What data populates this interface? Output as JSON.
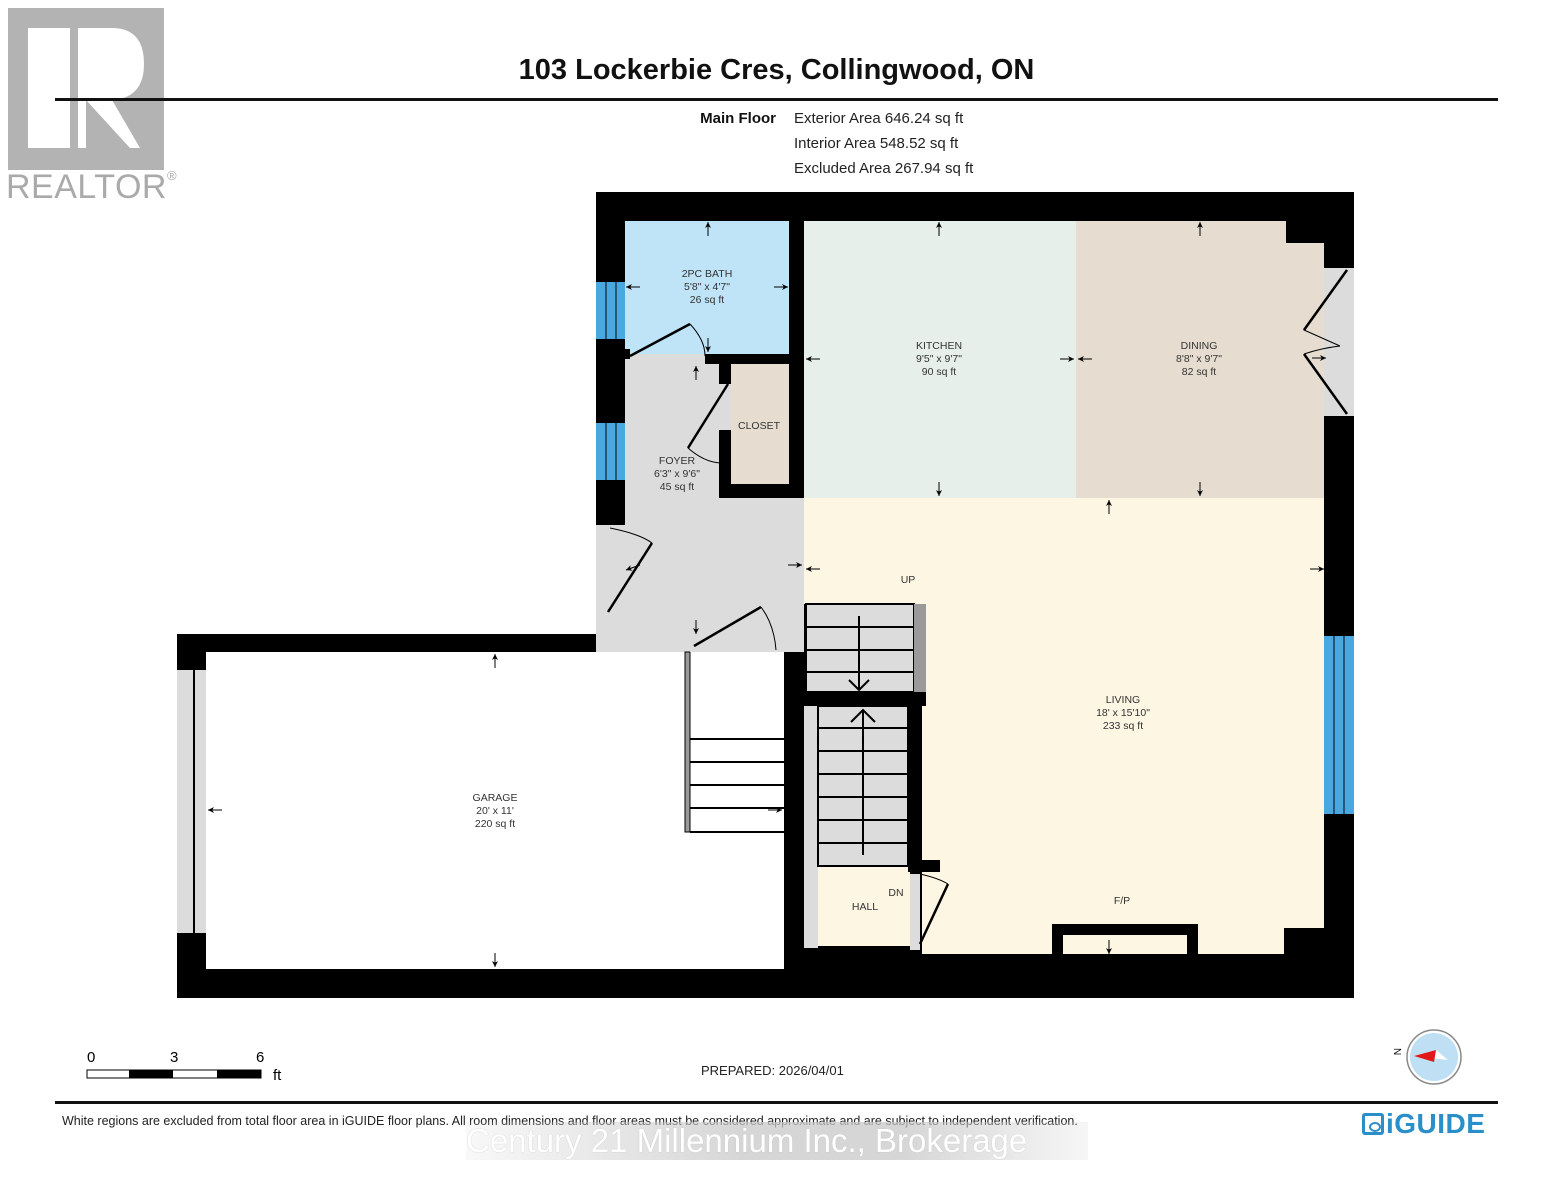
{
  "header": {
    "title": "103 Lockerbie Cres, Collingwood, ON",
    "realtor_logo_text": "REALTOR",
    "realtor_registered": "®"
  },
  "floor_summary": {
    "floor_name": "Main Floor",
    "exterior_area": "Exterior Area 646.24 sq ft",
    "interior_area": "Interior Area 548.52 sq ft",
    "excluded_area": "Excluded Area 267.94 sq ft"
  },
  "rooms": {
    "bath": {
      "name": "2PC BATH",
      "dims": "5'8\" x 4'7\"",
      "area": "26 sq ft",
      "color": "#bfe3f7"
    },
    "kitchen": {
      "name": "KITCHEN",
      "dims": "9'5\" x 9'7\"",
      "area": "90 sq ft",
      "color": "#e6efe9"
    },
    "dining": {
      "name": "DINING",
      "dims": "8'8\" x 9'7\"",
      "area": "82 sq ft",
      "color": "#e6ddd0"
    },
    "closet": {
      "name": "CLOSET",
      "color": "#e6ddd0"
    },
    "foyer": {
      "name": "FOYER",
      "dims": "6'3\" x 9'6\"",
      "area": "45 sq ft",
      "color": "#dcdcdc"
    },
    "living": {
      "name": "LIVING",
      "dims": "18' x 15'10\"",
      "area": "233 sq ft",
      "color": "#fdf6e3"
    },
    "garage": {
      "name": "GARAGE",
      "dims": "20' x 11'",
      "area": "220 sq ft",
      "color": "#ffffff"
    },
    "hall": {
      "name": "HALL",
      "color": "#fdf6e3"
    }
  },
  "annotations": {
    "stairs_up": "UP",
    "stairs_down": "DN",
    "fireplace": "F/P"
  },
  "scale_bar": {
    "ticks": [
      "0",
      "3",
      "6"
    ],
    "unit": "ft"
  },
  "compass": {
    "label": "N"
  },
  "footer": {
    "prepared": "PREPARED: 2026/04/01",
    "disclaimer": "White regions are excluded from total floor area in iGUIDE floor plans. All room dimensions and floor areas must be considered approximate and are subject to independent verification.",
    "watermark": "Century 21 Millennium Inc., Brokerage",
    "brand": "iGUIDE"
  },
  "colors": {
    "wall": "#000000",
    "window": "#4aa8e0",
    "brand_blue": "#2a8fc8",
    "compass_red": "#e01818"
  }
}
